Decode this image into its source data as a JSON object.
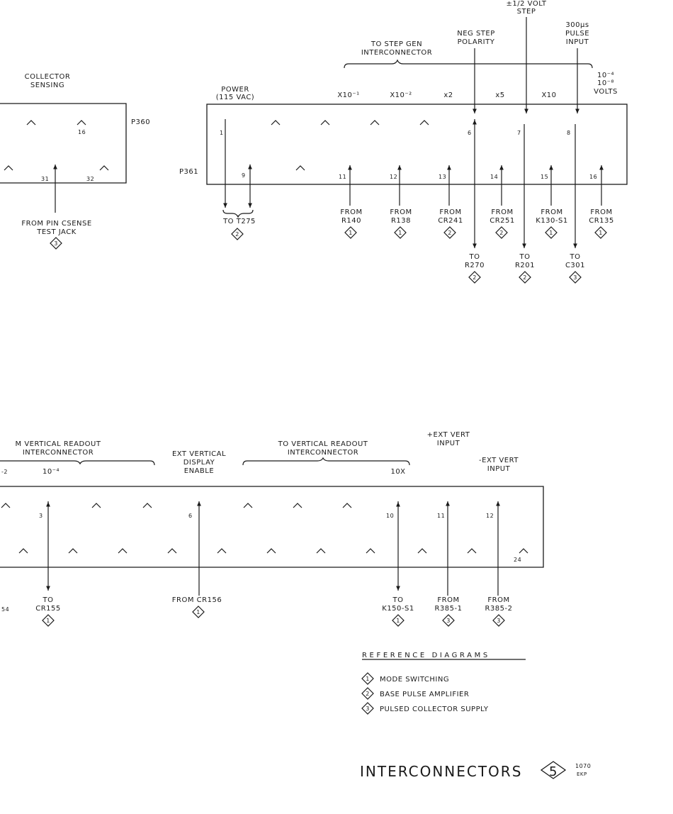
{
  "top": {
    "step_volt": [
      "±1/2 VOLT",
      "STEP"
    ],
    "pulse_input": [
      "300μs",
      "PULSE",
      "INPUT"
    ],
    "neg_step": [
      "NEG STEP",
      "POLARITY"
    ],
    "step_gen": [
      "TO STEP GEN",
      "INTERCONNECTOR"
    ],
    "collector": [
      "COLLECTOR",
      "SENSING"
    ],
    "power": [
      "POWER",
      "(115 VAC)"
    ],
    "ranges": [
      "X10⁻¹",
      "X10⁻²",
      "x2",
      "x5",
      "X10"
    ],
    "volts": [
      "10⁻⁴",
      "10⁻⁸",
      "VOLTS"
    ],
    "p360": "P360",
    "p361": "P361",
    "p360_pins": [
      "16",
      "31",
      "32"
    ],
    "p361_pins": [
      "1",
      "9",
      "11",
      "12",
      "13",
      "14",
      "15",
      "16",
      "6",
      "7",
      "8"
    ],
    "from_pin": [
      "FROM PIN CSENSE",
      "TEST JACK"
    ],
    "to_t275": "TO T275",
    "bottom_from": [
      {
        "label": "FROM",
        "ref": "R140",
        "num": "1"
      },
      {
        "label": "FROM",
        "ref": "R138",
        "num": "1"
      },
      {
        "label": "FROM",
        "ref": "CR241",
        "num": "2"
      },
      {
        "label": "FROM",
        "ref": "CR251",
        "num": "2"
      },
      {
        "label": "FROM",
        "ref": "K130-S1",
        "num": "1"
      },
      {
        "label": "FROM",
        "ref": "CR135",
        "num": "1"
      }
    ],
    "bottom_to": [
      {
        "label": "TO",
        "ref": "R270",
        "num": "2"
      },
      {
        "label": "TO",
        "ref": "R201",
        "num": "2"
      },
      {
        "label": "TO",
        "ref": "C301",
        "num": "3"
      }
    ]
  },
  "bottom": {
    "vert_readout_left": [
      "M VERTICAL READOUT",
      "INTERCONNECTOR"
    ],
    "ext_vertical": [
      "EXT VERTICAL",
      "DISPLAY",
      "ENABLE"
    ],
    "vert_readout_right": [
      "TO VERTICAL READOUT",
      "INTERCONNECTOR"
    ],
    "plus_ext": [
      "+EXT VERT",
      "INPUT"
    ],
    "minus_ext": [
      "-EXT VERT",
      "INPUT"
    ],
    "left_partial": [
      "-2",
      "10⁻⁴",
      "10X"
    ],
    "pins": [
      "3",
      "6",
      "10",
      "11",
      "12",
      "24"
    ],
    "edge_partial": "54",
    "to_cr155": {
      "label": "TO",
      "ref": "CR155",
      "num": "1"
    },
    "from_cr156": {
      "label": "FROM CR156",
      "num": "1"
    },
    "to_k150": {
      "label": "TO",
      "ref": "K150-S1",
      "num": "1"
    },
    "from_r385_1": {
      "label": "FROM",
      "ref": "R385-1",
      "num": "3"
    },
    "from_r385_2": {
      "label": "FROM",
      "ref": "R385-2",
      "num": "3"
    }
  },
  "reference": {
    "title": "REFERENCE DIAGRAMS",
    "items": [
      {
        "num": "1",
        "text": "MODE SWITCHING"
      },
      {
        "num": "2",
        "text": "BASE PULSE AMPLIFIER"
      },
      {
        "num": "3",
        "text": "PULSED COLLECTOR SUPPLY"
      }
    ]
  },
  "footer": {
    "title": "INTERCONNECTORS",
    "num": "5",
    "code": [
      "1070",
      "EKP"
    ]
  }
}
